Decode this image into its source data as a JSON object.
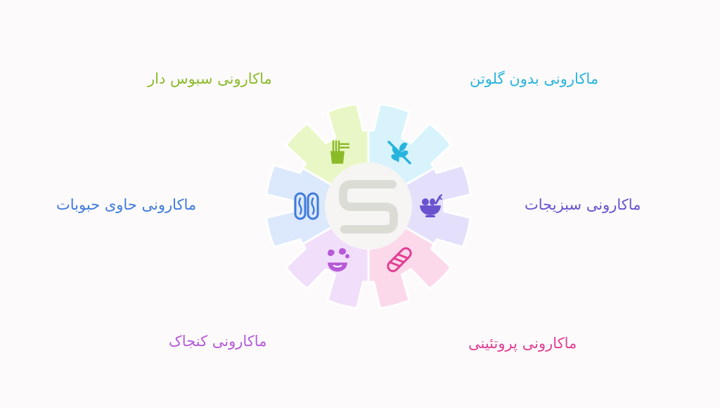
{
  "colors": {
    "background": "#fcfafb",
    "center_circle": "#f6f5f3",
    "logo_stroke": "#dcdcd6"
  },
  "segments": [
    {
      "id": "gluten-free",
      "label": "ماکارونی بدون گلوتن",
      "icon": "no-wheat-icon",
      "fill": "#d8f3fb",
      "accent": "#27b4dc"
    },
    {
      "id": "vegetables",
      "label": "ماکارونی سبزیجات",
      "icon": "vegetable-bowl-icon",
      "fill": "#e4e0fb",
      "accent": "#6a52cf"
    },
    {
      "id": "protein",
      "label": "ماکارونی پروتئینی",
      "icon": "twisted-pasta-icon",
      "fill": "#fcd9ea",
      "accent": "#e23f93"
    },
    {
      "id": "shell",
      "label": "ماکارونی کنجاک",
      "icon": "pasta-bowl-icon",
      "fill": "#f1defa",
      "accent": "#b55bd8"
    },
    {
      "id": "legumes",
      "label": "ماکارونی حاوی حبوبات",
      "icon": "beans-icon",
      "fill": "#dce8fb",
      "accent": "#3f7bdc"
    },
    {
      "id": "whole-grain",
      "label": "ماکارونی سبوس دار",
      "icon": "noodle-cup-icon",
      "fill": "#e9f7c6",
      "accent": "#8cbb2a"
    }
  ]
}
